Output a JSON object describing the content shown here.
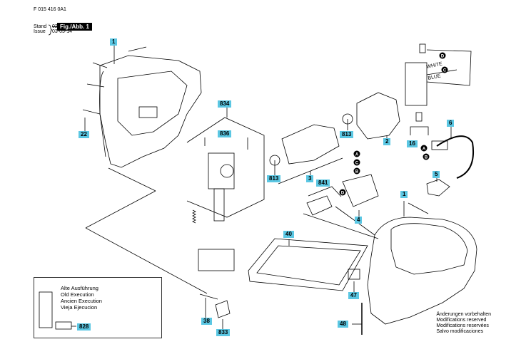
{
  "header": {
    "drawing_number": "F 015 416 0A1",
    "stand_label": "Stand",
    "issue_label": "Issue",
    "old_date": "02-04",
    "new_date": "03-05-14",
    "figure_label": "Fig./Abb. 1"
  },
  "wire_labels": {
    "white": "WHITE",
    "blue": "BLUE"
  },
  "connector_letters": [
    "D",
    "C",
    "A",
    "B",
    "A",
    "C",
    "B",
    "D"
  ],
  "part_numbers": [
    "1",
    "22",
    "834",
    "836",
    "813",
    "813",
    "3",
    "2",
    "16",
    "6",
    "5",
    "1",
    "841",
    "4",
    "40",
    "47",
    "48",
    "38",
    "833",
    "828"
  ],
  "inset": {
    "lines": [
      "Alte Ausführung",
      "Old Execution",
      "Ancien Execution",
      "Vieja Ejecucion"
    ]
  },
  "notes": [
    "Änderungen vorbehalten",
    "Modifications reserved",
    "Modifications reservées",
    "Salvo modificaciones"
  ],
  "colors": {
    "label_fill": "#5bc7e3",
    "line": "#000000"
  }
}
